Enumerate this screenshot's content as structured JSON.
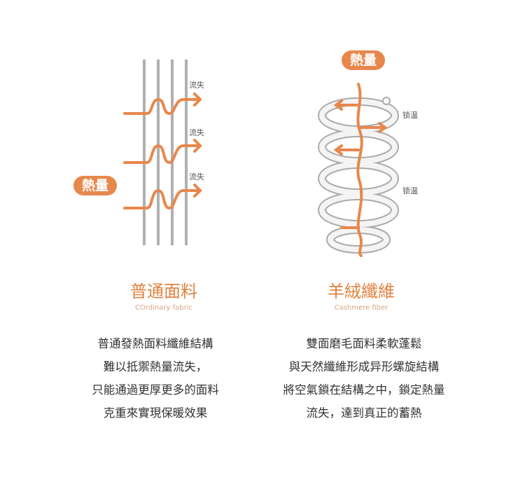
{
  "ordinary": {
    "badge": "熱量",
    "loss_labels": [
      "流失",
      "流失",
      "流失"
    ],
    "title": "普通面料",
    "subtitle": "COrdinary fabric",
    "lines": [
      "普通發熱面料纖維結構",
      "難以抵禦熱量流失，",
      "只能通過更厚更多的面料",
      "克重來實現保暖效果"
    ]
  },
  "cashmere": {
    "badge": "熱量",
    "lock_labels": [
      "锁温",
      "锁温"
    ],
    "title": "羊絨纖維",
    "subtitle": "Cashmere fiber",
    "lines": [
      "雙面磨毛面料柔軟蓬鬆",
      "與天然纖維形成异形螺旋結構",
      "將空氣鎖在結構之中，鎖定熱量",
      "流失，達到真正的蓄熱"
    ]
  },
  "colors": {
    "accent": "#e8874c",
    "fiber": "#b5b5b5"
  }
}
